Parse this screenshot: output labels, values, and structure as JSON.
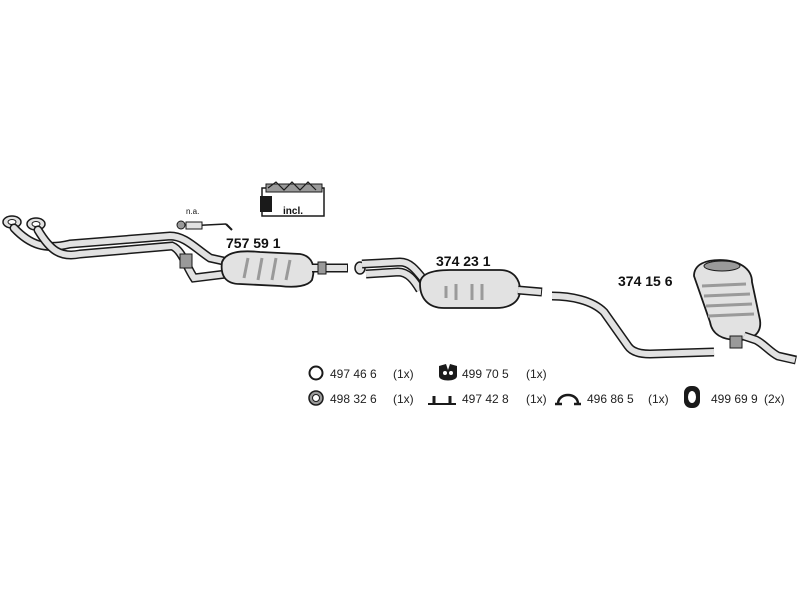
{
  "labels": {
    "front_pipe": "757 59 1",
    "center_muffler": "374 23 1",
    "rear_muffler": "374 15 6",
    "sensor_note": "n.a.",
    "kit_badge": "incl."
  },
  "parts": [
    {
      "number": "497 46 6",
      "qty": "(1x)",
      "icon": "o-ring-icon"
    },
    {
      "number": "499 70 5",
      "qty": "(1x)",
      "icon": "rubber-hanger-icon"
    },
    {
      "number": "498 32 6",
      "qty": "(1x)",
      "icon": "sealing-ring-icon"
    },
    {
      "number": "497 42 8",
      "qty": "(1x)",
      "icon": "mounting-bracket-icon"
    },
    {
      "number": "496 86 5",
      "qty": "(1x)",
      "icon": "pipe-clamp-icon"
    },
    {
      "number": "499 69 9",
      "qty": "(2x)",
      "icon": "rubber-mount-icon"
    }
  ],
  "colors": {
    "line": "#1a1a1a",
    "part_fill": "#e2e2e2",
    "shade": "#9a9a9a",
    "text": "#222222"
  }
}
